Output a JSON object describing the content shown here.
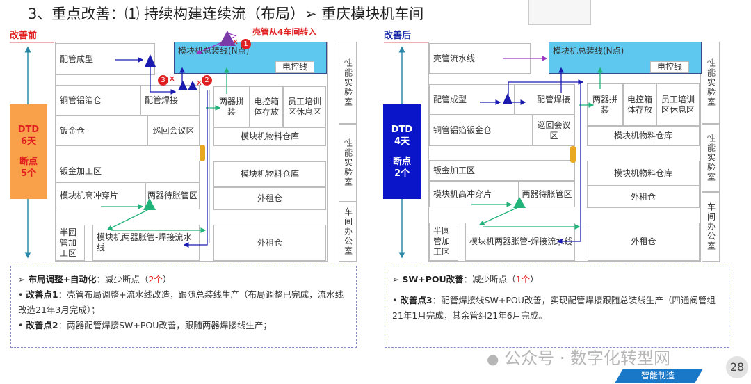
{
  "title": "3、重点改善：⑴ 持续构建连续流（布局）➢  重庆模块机车间",
  "before": {
    "label": "改善前",
    "dtd": "DTD",
    "days": "6天",
    "bp_label": "断点",
    "bp": "5个",
    "transfer_note": "壳管从4车间转入",
    "boxes": {
      "pg_forming": "配管成型",
      "assembly": "模块机总装线(N点)",
      "ec_line": "电控线",
      "cu_store": "铜管铝箔仓",
      "pg_weld": "配管焊接",
      "two_assy": "两器拼装",
      "ec_box": "电控箱体存放",
      "staff": "员工培训区休息区",
      "sheet_store": "钣金仓",
      "meeting": "巡回会议区",
      "material1": "模块机物料仓库",
      "sheet_proc": "钣金加工区",
      "material2": "模块机物料仓库",
      "punch": "模块机高冲穿片",
      "wait": "两器待胀管区",
      "rent1": "外租仓",
      "half": "半圆管加工区",
      "expand": "模块机两器胀管-焊接流水线",
      "rent2": "外租仓",
      "lab1": "性能实验室",
      "lab2": "性能实验室",
      "office": "车间办公室"
    },
    "markers": [
      "1",
      "2",
      "3"
    ],
    "notes": {
      "head_bold": "布局调整+自动化",
      "head_rest": "：减少断点（",
      "head_count": "2个",
      "head_end": "）",
      "p1_bold": "改善点1",
      "p1": "：壳管布局调整+流水线改造，跟随总装线生产（布局调整已完成，流水线改造21年3月完成）；",
      "p2_bold": "改善点2",
      "p2": "：两器配管焊接SW+POU改善，跟随两器焊接线生产；"
    }
  },
  "after": {
    "label": "改善后",
    "dtd": "DTD",
    "days": "4天",
    "bp_label": "断点",
    "bp": "2个",
    "boxes": {
      "shell_line": "壳管流水线",
      "assembly": "模块机总装线(N点)",
      "ec_line": "电控线",
      "pg_forming": "配管成型",
      "pg_weld": "配管焊接",
      "two_assy": "两器拼装",
      "ec_box": "电控箱体存放",
      "staff": "员工培训区休息区",
      "cu_sheet_store": "铜管铝箔钣金仓",
      "meeting": "巡回会议区",
      "material1": "模块机物料仓库",
      "sheet_proc": "钣金加工区",
      "material2": "模块机物料仓库",
      "punch": "模块机高冲穿片",
      "wait": "两器待胀管区",
      "rent1": "外租仓",
      "half": "半圆管加工区",
      "expand": "模块机两器胀管-焊接流水线",
      "rent2": "外租仓",
      "lab1": "性能实验室",
      "lab2": "性能实验室",
      "office": "车间办公室"
    },
    "notes": {
      "head_bold": "SW+POU改善",
      "head_rest": "：减少断点（",
      "head_count": "1个",
      "head_end": "）",
      "p3_bold": "改善点3",
      "p3": "：配管焊接线SW+POU改善，实现配管焊接跟随总装线生产（四通阀管组21年1月完成，其余管组21年6月完成。"
    }
  },
  "footer": {
    "watermark": "公众号 · 数字化转型网",
    "tag": "智能制造",
    "page": "28"
  },
  "colors": {
    "orange": "#f9a04a",
    "navy": "#0a14c8",
    "assembly": "#5ec8ee",
    "red": "#e02020"
  }
}
